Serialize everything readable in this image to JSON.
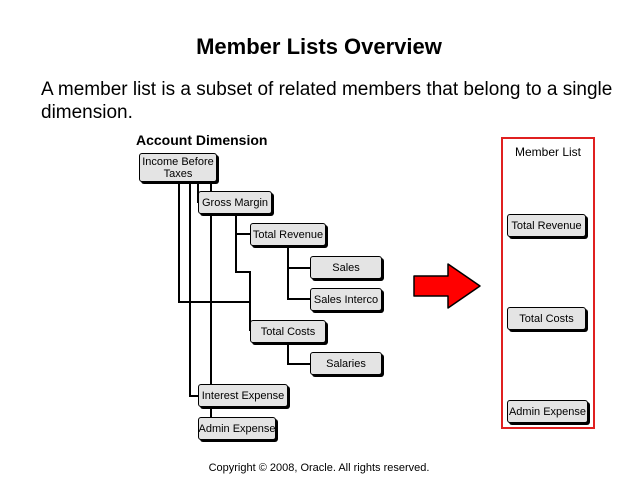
{
  "slide": {
    "title": "Member Lists Overview",
    "subtitle": "A member list is a subset of related members that belong to a single dimension.",
    "copyright": "Copyright © 2008, Oracle. All rights reserved."
  },
  "hierarchy": {
    "label": "Account Dimension",
    "nodes": {
      "income_before_taxes": "Income Before Taxes",
      "gross_margin": "Gross Margin",
      "total_revenue": "Total Revenue",
      "sales": "Sales",
      "sales_interco": "Sales Interco",
      "total_costs": "Total Costs",
      "salaries": "Salaries",
      "interest_expense": "Interest Expense",
      "admin_expense": "Admin Expense"
    }
  },
  "member_list": {
    "title": "Member List",
    "items": [
      "Total Revenue",
      "Total Costs",
      "Admin Expense"
    ]
  },
  "colors": {
    "node_fill": "#e4e4e4",
    "member_list_border": "#e02020",
    "arrow_fill": "#ff0000"
  }
}
